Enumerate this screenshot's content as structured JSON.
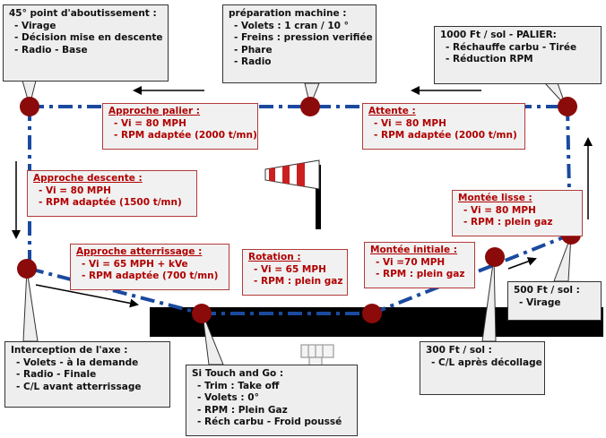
{
  "colors": {
    "circuit": "#1a4aa0",
    "node": "#8b0a0a",
    "phase_border": "#b23a3a",
    "phase_text": "#b00000",
    "runway": "#000000",
    "windsock_red": "#cc1f1f"
  },
  "boxes": {
    "point45": {
      "title": "45° point d'aboutissement :",
      "lines": [
        "- Virage",
        "- Décision mise en descente",
        "- Radio - Base"
      ]
    },
    "preparation": {
      "title": "préparation machine :",
      "lines": [
        "- Volets : 1 cran / 10 °",
        "- Freins : pression verifiée",
        "- Phare",
        "- Radio"
      ]
    },
    "palier": {
      "title": "1000 Ft / sol - PALIER:",
      "lines": [
        "- Réchauffe carbu  - Tirée",
        "- Réduction RPM"
      ]
    },
    "interception": {
      "title": "Interception de l'axe :",
      "lines": [
        "- Volets - à la demande",
        "- Radio - Finale",
        "- C/L avant atterrissage"
      ]
    },
    "touchgo": {
      "title": "Si Touch and Go :",
      "lines": [
        "- Trim : Take off",
        "- Volets : 0°",
        "- RPM : Plein Gaz",
        "- Réch carbu - Froid poussé"
      ]
    },
    "ft300": {
      "title": "300 Ft / sol :",
      "lines": [
        "- C/L après décollage"
      ]
    },
    "ft500": {
      "title": "500 Ft / sol :",
      "lines": [
        "- Virage"
      ]
    }
  },
  "phases": {
    "approche_palier": {
      "title": "Approche palier :",
      "lines": [
        "- Vi = 80 MPH",
        "- RPM adaptée (2000 t/mn)"
      ]
    },
    "attente": {
      "title": "Attente :",
      "lines": [
        "- Vi = 80 MPH",
        "- RPM adaptée (2000 t/mn)"
      ]
    },
    "approche_descente": {
      "title": "Approche descente :",
      "lines": [
        "- Vi = 80 MPH",
        "- RPM adaptée (1500 t/mn)"
      ]
    },
    "montee_lisse": {
      "title": "Montée lisse :",
      "lines": [
        "- Vi = 80 MPH",
        "- RPM : plein gaz"
      ]
    },
    "approche_atterrissage": {
      "title": "Approche atterrissage :",
      "lines": [
        "- Vi = 65 MPH + kVe",
        "- RPM adaptée (700 t/mn)"
      ]
    },
    "rotation": {
      "title": "Rotation :",
      "lines": [
        "- Vi = 65 MPH",
        "- RPM : plein gaz"
      ]
    },
    "montee_initiale": {
      "title": "Montée initiale :",
      "lines": [
        "- Vi =70 MPH",
        "- RPM : plein gaz"
      ]
    }
  }
}
